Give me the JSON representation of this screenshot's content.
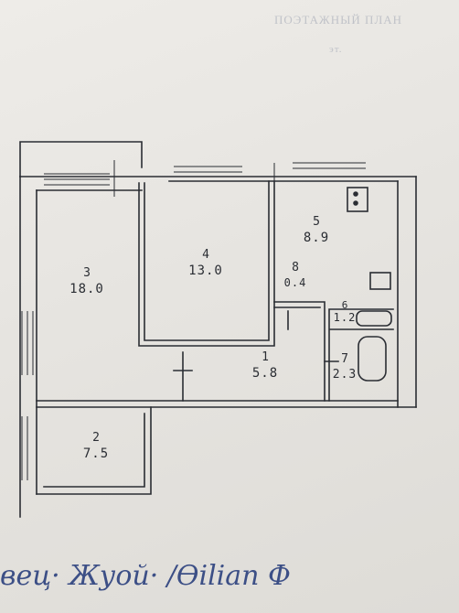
{
  "header": {
    "faint_text_1": "ПОЭТАЖНЫЙ ПЛАН",
    "faint_text_2": "эт."
  },
  "rooms": [
    {
      "number": "1",
      "area": "5.8"
    },
    {
      "number": "2",
      "area": "7.5"
    },
    {
      "number": "3",
      "area": "18.0"
    },
    {
      "number": "4",
      "area": "13.0"
    },
    {
      "number": "5",
      "area": "8.9"
    },
    {
      "number": "6",
      "area": "1.2"
    },
    {
      "number": "7",
      "area": "2.3"
    },
    {
      "number": "8",
      "area": "0.4"
    }
  ],
  "signature": {
    "text": "вец· Жуой· /Ѳilian Ф"
  },
  "colors": {
    "ink": "#2a2d33",
    "signature_ink": "#3c4f86",
    "paper": "#e9e7e3"
  }
}
